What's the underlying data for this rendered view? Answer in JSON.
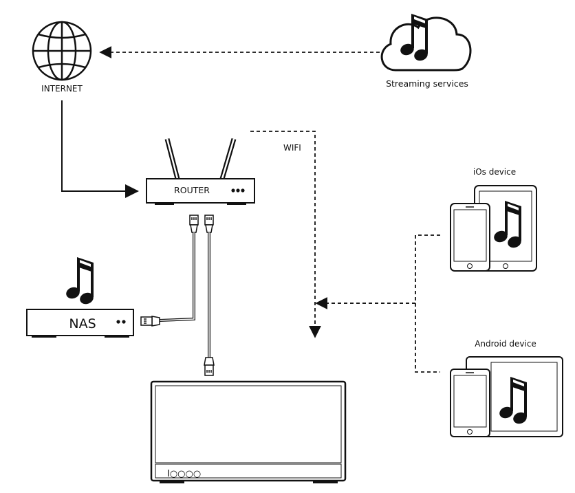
{
  "labels": {
    "internet": "INTERNET",
    "streaming": "Streaming services",
    "wifi": "WIFI",
    "router": "ROUTER",
    "nas": "NAS",
    "ios": "iOs device",
    "android": "Android device",
    "speaker_controls": "I○○○○"
  },
  "icons": [
    "globe-icon",
    "cloud-music-icon",
    "music-note-icon",
    "router-icon",
    "nas-icon",
    "ethernet-plug-icon",
    "phone-icon",
    "tablet-icon",
    "speaker-icon"
  ]
}
